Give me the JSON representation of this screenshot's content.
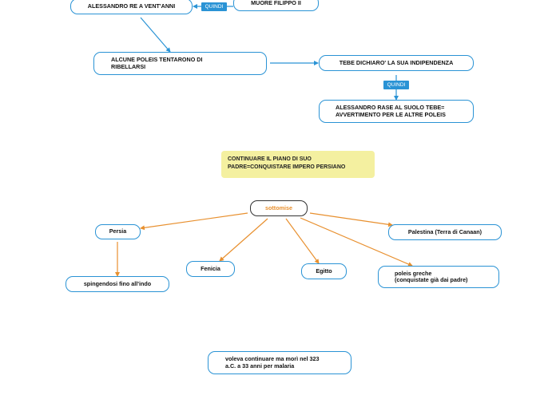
{
  "nodes": {
    "alessandro_re": "ALESSANDRO RE A VENT'ANNI",
    "muore_filippo": "MUORE FILIPPO II",
    "poleis_ribellarsi": "ALCUNE POLEIS TENTARONO DI\nRIBELLARSI",
    "tebe_indipendenza": "TEBE DICHIARO' LA SUA INDIPENDENZA",
    "tebe_rasa": "ALESSANDRO RASE AL SUOLO TEBE=\nAVVERTIMENTO PER LE ALTRE POLEIS",
    "continuare_piano": "CONTINUARE IL PIANO DI SUO\nPADRE=CONQUISTARE IMPERO PERSIANO",
    "sottomise": "sottomise",
    "persia": "Persia",
    "spingendosi": "spingendosi fino all'indo",
    "fenicia": "Fenicia",
    "egitto": "Egitto",
    "palestina": "Palestina (Terra di Canaan)",
    "poleis_greche": "poleis greche\n  (conquistate già dai padre)",
    "morte": "voleva continuare ma morì nel 323\na.C. a 33 anni per malaria"
  },
  "connectors": {
    "quindi_1": "QUINDI",
    "quindi_2": "QUINDI"
  },
  "colors": {
    "blue": "#2a93d5",
    "orange": "#e8902f",
    "note_yellow": "#f4f0a0"
  }
}
